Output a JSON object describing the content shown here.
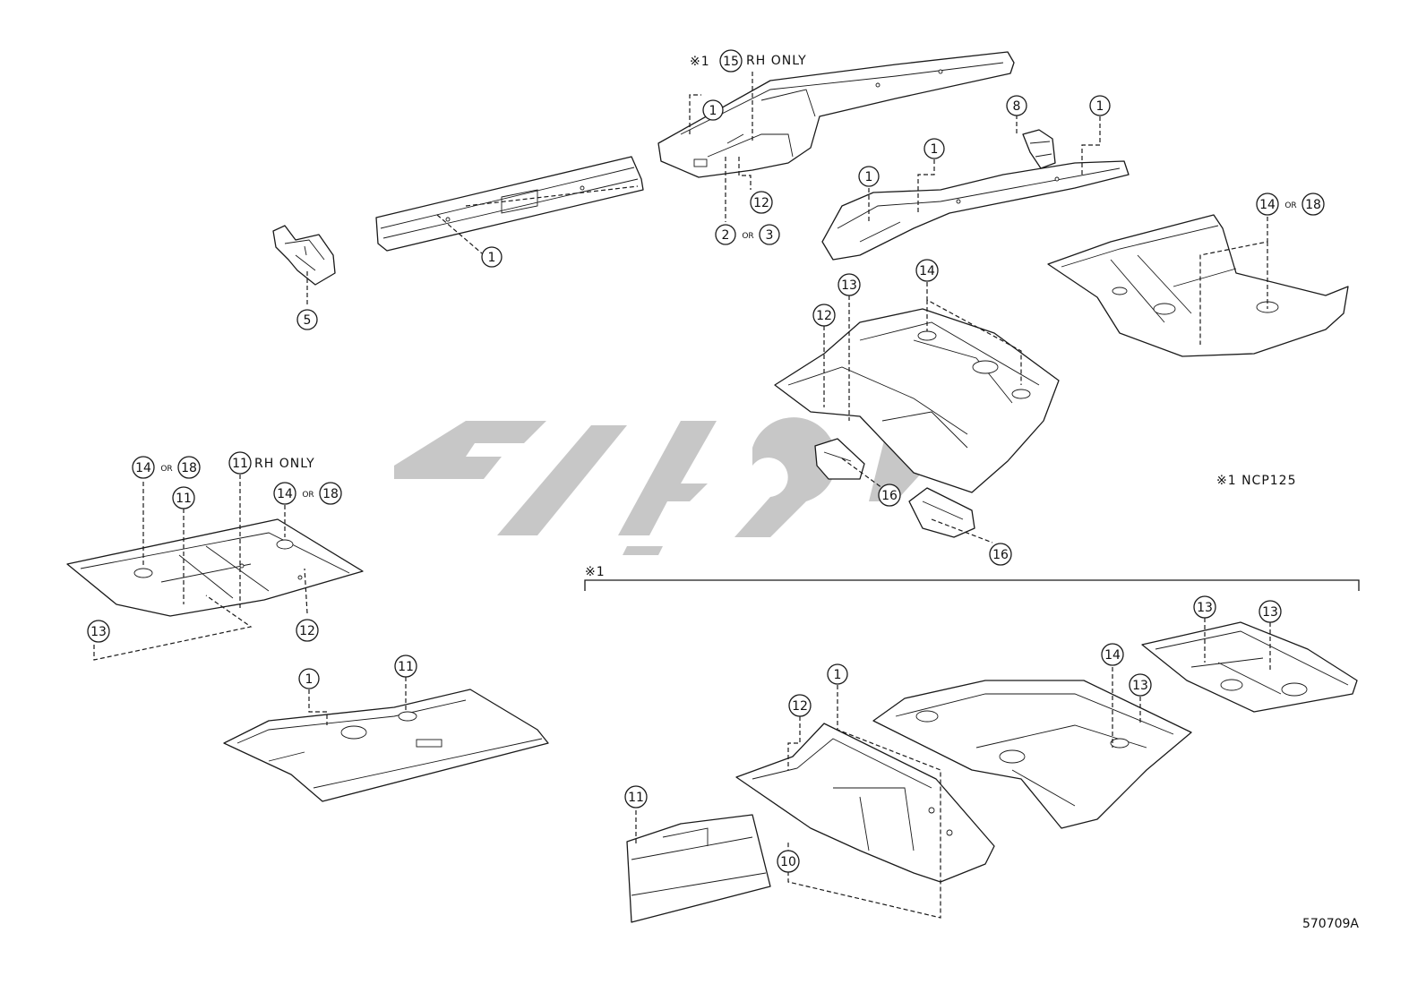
{
  "callouts": {
    "c1_a": "1",
    "c1_b": "1",
    "c1_c": "1",
    "c1_d": "1",
    "c1_e": "1",
    "c1_f": "1",
    "c1_g": "1",
    "c2": "2",
    "c3": "3",
    "c5": "5",
    "c8": "8",
    "c10": "10",
    "c11_a": "11",
    "c11_b": "11",
    "c11_c": "11",
    "c11_d": "11",
    "c12_a": "12",
    "c12_b": "12",
    "c12_c": "12",
    "c12_d": "12",
    "c13_a": "13",
    "c13_b": "13",
    "c13_c": "13",
    "c13_d": "13",
    "c13_e": "13",
    "c14_a": "14",
    "c14_b": "14",
    "c14_c": "14",
    "c14_d": "14",
    "c14_e": "14",
    "c15": "15",
    "c16_a": "16",
    "c16_b": "16",
    "c18_a": "18",
    "c18_b": "18",
    "c18_c": "18"
  },
  "connector_or": "OR",
  "notes": {
    "rh_only": "RH ONLY",
    "mark_1": "※1",
    "ncp125": "※1 NCP125",
    "section_mark": "※1"
  },
  "figure_code": "570709A",
  "colors": {
    "line": "#1a1a1a",
    "watermark": "#bdbdbd",
    "background": "#ffffff"
  }
}
